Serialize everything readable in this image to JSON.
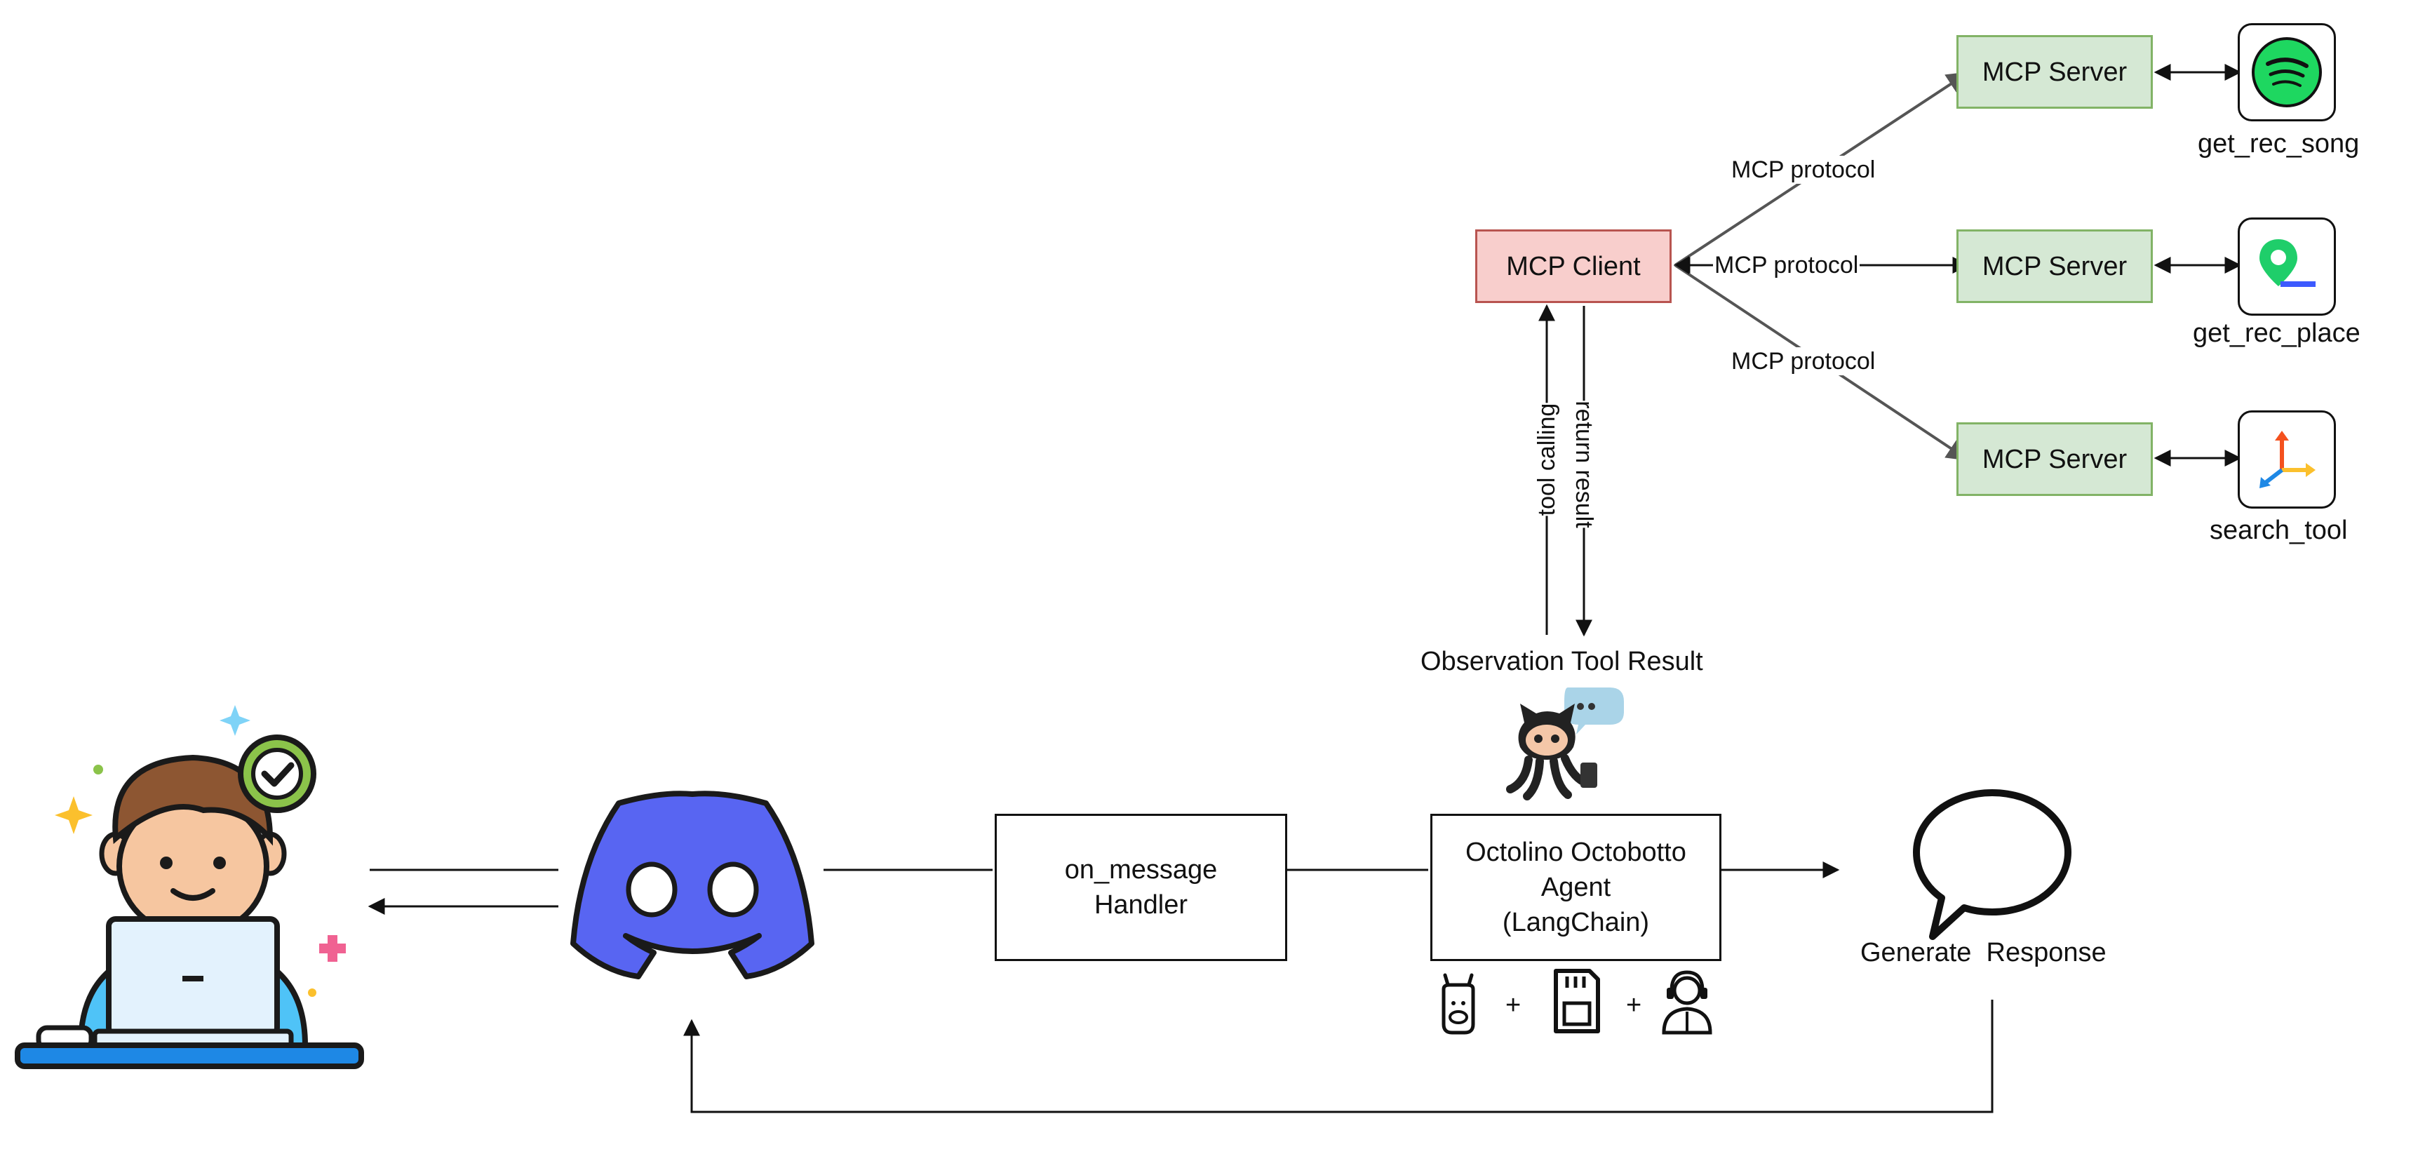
{
  "mcp_client": {
    "label": "MCP Client"
  },
  "mcp_servers": [
    {
      "label": "MCP Server",
      "tool": "get_rec_song",
      "icon": "spotify-icon"
    },
    {
      "label": "MCP Server",
      "tool": "get_rec_place",
      "icon": "map-pin-icon"
    },
    {
      "label": "MCP Server",
      "tool": "search_tool",
      "icon": "axes-tool-icon"
    }
  ],
  "protocol_labels": [
    "MCP protocol",
    "MCP protocol",
    "MCP protocol"
  ],
  "agent_links": {
    "tool_calling": "tool calling",
    "return_result": "return result"
  },
  "observation_label": "Observation Tool Result",
  "handler": {
    "line1": "on_message",
    "line2": "Handler"
  },
  "agent": {
    "line1": "Octolino Octobotto",
    "line2": "Agent",
    "line3": "(LangChain)"
  },
  "response_label": "Generate  Response",
  "agent_stack": {
    "plus1": "+",
    "plus2": "+",
    "icons": [
      "llama-icon",
      "sd-card-icon",
      "support-agent-icon"
    ]
  },
  "icons": {
    "user": "user-laptop-icon",
    "discord": "discord-icon",
    "github": "octocat-icon",
    "speech": "speech-bubble-icon"
  },
  "colors": {
    "client_fill": "#f8cecc",
    "client_stroke": "#b85450",
    "server_fill": "#d5e8d4",
    "server_stroke": "#82b366",
    "discord": "#5865f2",
    "spotify": "#1ed760",
    "map_pin": "#1fce6a"
  }
}
